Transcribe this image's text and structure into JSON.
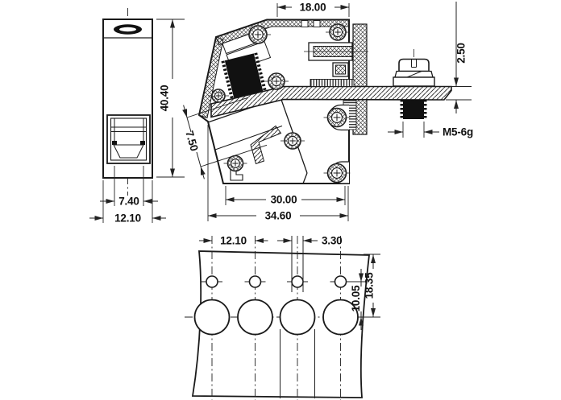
{
  "drawing": {
    "dimensions": {
      "front_view": {
        "height": "40.40",
        "slot_width": "7.40",
        "width": "12.10"
      },
      "section_view": {
        "top_width": "18.00",
        "terminal_strip_thickness": "2.50",
        "wire_slot_width": "7.50",
        "inner_width": "30.00",
        "overall_width": "34.60",
        "thread_spec": "M5-6g"
      },
      "footprint_view": {
        "pitch": "12.10",
        "small_hole_diameter": "3.30",
        "hole_row_spacing": "10.05",
        "edge_to_hole_row": "18.35"
      }
    },
    "colors": {
      "line": "#1a1a1a",
      "background": "#ffffff"
    }
  }
}
